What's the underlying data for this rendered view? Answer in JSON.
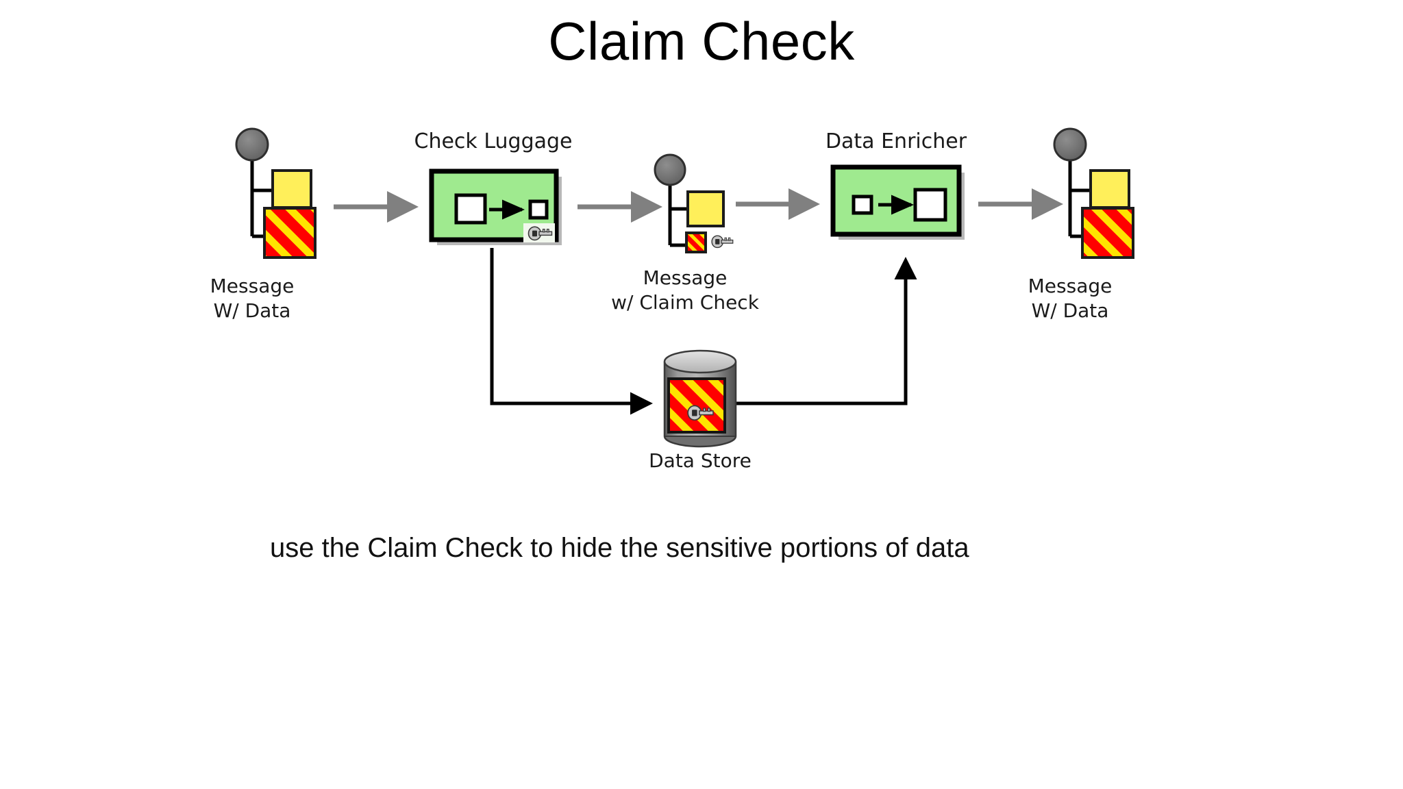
{
  "slide": {
    "title": "Claim Check",
    "caption": "use the Claim Check to hide the sensitive portions of data"
  },
  "diagram": {
    "type": "enterprise-integration-pattern",
    "nodes": [
      {
        "id": "message-in",
        "kind": "message-icon",
        "label": "Message\nW/ Data",
        "parts": [
          "gray-circle",
          "yellow-square",
          "striped-data-square"
        ]
      },
      {
        "id": "check-luggage",
        "kind": "processor-box",
        "label": "Check Luggage",
        "inner": [
          "large-white-square",
          "black-arrow",
          "small-white-square",
          "key-icon"
        ]
      },
      {
        "id": "message-claim-check",
        "kind": "message-icon",
        "label": "Message\nw/ Claim Check",
        "parts": [
          "gray-circle",
          "yellow-square",
          "small-striped-claim-square",
          "key-icon"
        ]
      },
      {
        "id": "data-enricher",
        "kind": "processor-box",
        "label": "Data Enricher",
        "inner": [
          "small-white-square",
          "black-arrow",
          "large-white-square"
        ]
      },
      {
        "id": "message-out",
        "kind": "message-icon",
        "label": "Message\nW/ Data",
        "parts": [
          "gray-circle",
          "yellow-square",
          "striped-data-square"
        ]
      },
      {
        "id": "data-store",
        "kind": "cylinder",
        "label": "Data Store",
        "parts": [
          "gray-cylinder",
          "striped-data-square",
          "key-icon"
        ]
      }
    ],
    "flow_arrows": [
      {
        "from": "message-in",
        "to": "check-luggage",
        "style": "gray"
      },
      {
        "from": "check-luggage",
        "to": "message-claim-check",
        "style": "gray"
      },
      {
        "from": "message-claim-check",
        "to": "data-enricher",
        "style": "gray"
      },
      {
        "from": "data-enricher",
        "to": "message-out",
        "style": "gray"
      },
      {
        "from": "check-luggage",
        "to": "data-store",
        "style": "black-elbow"
      },
      {
        "from": "data-store",
        "to": "data-enricher",
        "style": "black-elbow"
      }
    ],
    "colors": {
      "box_fill": "#9fea8f",
      "box_border": "#000000",
      "yellow": "#ffef5a",
      "stripe_red": "#ff0000",
      "stripe_yellow": "#ffe400",
      "circle_gray": "#777777",
      "arrow_gray": "#808080",
      "cylinder_gray": "#8a8a8a",
      "key_gray": "#9a9a9a"
    }
  },
  "labels": {
    "message_in": "Message\nW/ Data",
    "check_luggage": "Check Luggage",
    "message_claim_check": "Message\nw/ Claim Check",
    "data_enricher": "Data Enricher",
    "message_out": "Message\nW/ Data",
    "data_store": "Data Store"
  }
}
